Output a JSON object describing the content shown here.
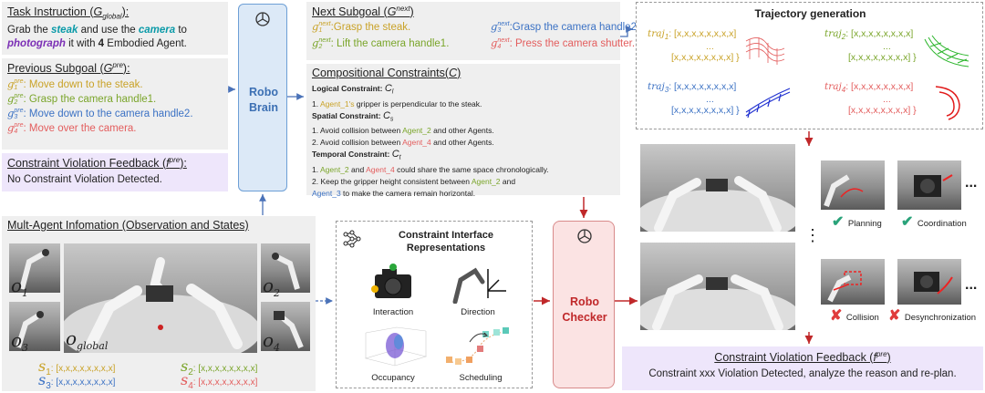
{
  "task_instruction": {
    "title": "Task Instruction (",
    "symbol": "G",
    "symbol_sub": "global",
    "title_end": "):",
    "line1_a": "Grab the ",
    "line1_steak": "steak",
    "line1_b": " and use the ",
    "line1_camera": "camera",
    "line1_c": " to",
    "line2_photograph": "photograph",
    "line2_a": " it with ",
    "line2_num": "4",
    "line2_b": " Embodied Agent."
  },
  "previous_subgoal": {
    "title": "Previous Subgoal (",
    "symbol": "G",
    "symbol_sup": "pre",
    "title_end": "):",
    "items": [
      {
        "sym": "g",
        "sub": "1",
        "sup": "pre",
        "text": ": Move down to the steak.",
        "color": "#c9a227"
      },
      {
        "sym": "g",
        "sub": "2",
        "sup": "pre",
        "text": ": Grasp the camera handle1.",
        "color": "#7aa52a"
      },
      {
        "sym": "g",
        "sub": "3",
        "sup": "pre",
        "text": ": Move down to the camera handle2.",
        "color": "#3c72c4"
      },
      {
        "sym": "g",
        "sub": "4",
        "sup": "pre",
        "text": ": Move over the camera.",
        "color": "#e35d5d"
      }
    ]
  },
  "feedback_left": {
    "title": "Constraint Violation Feedback (",
    "symbol": "f",
    "symbol_sup": "pre",
    "title_end": "):",
    "text": "No Constraint Violation Detected."
  },
  "robo_brain": {
    "line1": "Robo",
    "line2": "Brain"
  },
  "next_subgoal": {
    "title": "Next Subgoal (",
    "symbol": "G",
    "symbol_sup": "next",
    "title_end": ")",
    "items": [
      {
        "sym": "g",
        "sub": "1",
        "sup": "next",
        "text": ":Grasp the steak.",
        "color": "#c9a227"
      },
      {
        "sym": "g",
        "sub": "2",
        "sup": "next",
        "text": ": Lift the camera handle1.",
        "color": "#7aa52a"
      },
      {
        "sym": "g",
        "sub": "3",
        "sup": "next",
        "text": ":Grasp the camera handle2.",
        "color": "#3c72c4"
      },
      {
        "sym": "g",
        "sub": "4",
        "sup": "next",
        "text": ": Press the camera shutter.",
        "color": "#e35d5d"
      }
    ]
  },
  "constraints": {
    "title": "Compositional Constraints(",
    "symbol": "C",
    "title_end": ")",
    "logical_title": "Logical Constraint: ",
    "logical_sym": "C",
    "logical_sub": "l",
    "logical_1_num": "1. ",
    "logical_1_agent": "Agent_1's",
    "logical_1_text": " gripper is perpendicular to the steak.",
    "spatial_title": "Spatial Constraint: ",
    "spatial_sym": "C",
    "spatial_sub": "s",
    "spatial_1_a": "1.  Avoid collision between ",
    "spatial_1_agent": "Agent_2",
    "spatial_1_b": " and other Agents.",
    "spatial_2_a": "2.  Avoid collision between ",
    "spatial_2_agent": "Agent_4",
    "spatial_2_b": " and other Agents.",
    "temporal_title": "Temporal Constraint: ",
    "temporal_sym": "C",
    "temporal_sub": "t",
    "temporal_1_num": "1. ",
    "temporal_1_agent_a": "Agent_2",
    "temporal_1_and": " and ",
    "temporal_1_agent_b": "Agent_4",
    "temporal_1_text": " could share the same space chronologically.",
    "temporal_2_a": "2.  Keep the gripper height consistent between ",
    "temporal_2_agent_a": "Agent_2",
    "temporal_2_and": " and",
    "temporal_2_agent_b": "Agent_3",
    "temporal_2_text": " to make the camera remain horizontal."
  },
  "trajectory": {
    "title": "Trajectory generation",
    "traj_sym": "traj",
    "items": [
      {
        "sub": "1",
        "row1": ": [x,x,x,x,x,x,x,x]",
        "dots": "...",
        "row2": "[x,x,x,x,x,x,x,x] }",
        "color": "#c9a227"
      },
      {
        "sub": "2",
        "row1": ": [x,x,x,x,x,x,x,x]",
        "dots": "...",
        "row2": "[x,x,x,x,x,x,x,x] }",
        "color": "#7aa52a"
      },
      {
        "sub": "3",
        "row1": ": [x,x,x,x,x,x,x,x]",
        "dots": "...",
        "row2": "[x,x,x,x,x,x,x,x] }",
        "color": "#3c72c4"
      },
      {
        "sub": "4",
        "row1": ": [x,x,x,x,x,x,x,x]",
        "dots": "...",
        "row2": "[x,x,x,x,x,x,x,x] }",
        "color": "#e35d5d"
      }
    ]
  },
  "multi_agent": {
    "title": "Mult-Agent Infomation (Observation and States)",
    "o1": "o",
    "o1_sub": "1",
    "o2": "o",
    "o2_sub": "2",
    "o3": "o",
    "o3_sub": "3",
    "o4": "o",
    "o4_sub": "4",
    "oglobal": "o",
    "oglobal_sub": "global",
    "states": [
      {
        "sym": "s",
        "sub": "1",
        "text": ": [x,x,x,x,x,x,x,x]",
        "color": "#c9a227"
      },
      {
        "sym": "s",
        "sub": "2",
        "text": ": [x,x,x,x,x,x,x,x]",
        "color": "#7aa52a"
      },
      {
        "sym": "s",
        "sub": "3",
        "text": ": [x,x,x,x,x,x,x,x]",
        "color": "#3c72c4"
      },
      {
        "sym": "s",
        "sub": "4",
        "text": ": [x,x,x,x,x,x,x,x]",
        "color": "#e35d5d"
      }
    ]
  },
  "interface": {
    "title_line1": "Constraint Interface",
    "title_line2": "Representations",
    "labels": [
      "Interaction",
      "Direction",
      "Occupancy",
      "Scheduling"
    ]
  },
  "robo_checker": {
    "line1": "Robo",
    "line2": "Checker"
  },
  "results": {
    "labels": [
      "Planning",
      "Coordination",
      "Collision",
      "Desynchronization"
    ],
    "ellipsis": "...",
    "vdots": "⋮"
  },
  "feedback_right": {
    "title": "Constraint Violation Feedback (",
    "symbol": "f",
    "symbol_sup": "pre",
    "title_end": ")",
    "text": "Constraint xxx Violation Detected, analyze the reason and re-plan."
  },
  "colors": {
    "panel": "#efefef",
    "brain_fill": "#dce9f7",
    "brain_border": "#6d9fd6",
    "checker_fill": "#fbe3e3",
    "checker_border": "#d88a8a",
    "feedback_fill": "#eee6fb",
    "arrow_blue": "#4a72b8",
    "arrow_red": "#c0282a"
  }
}
